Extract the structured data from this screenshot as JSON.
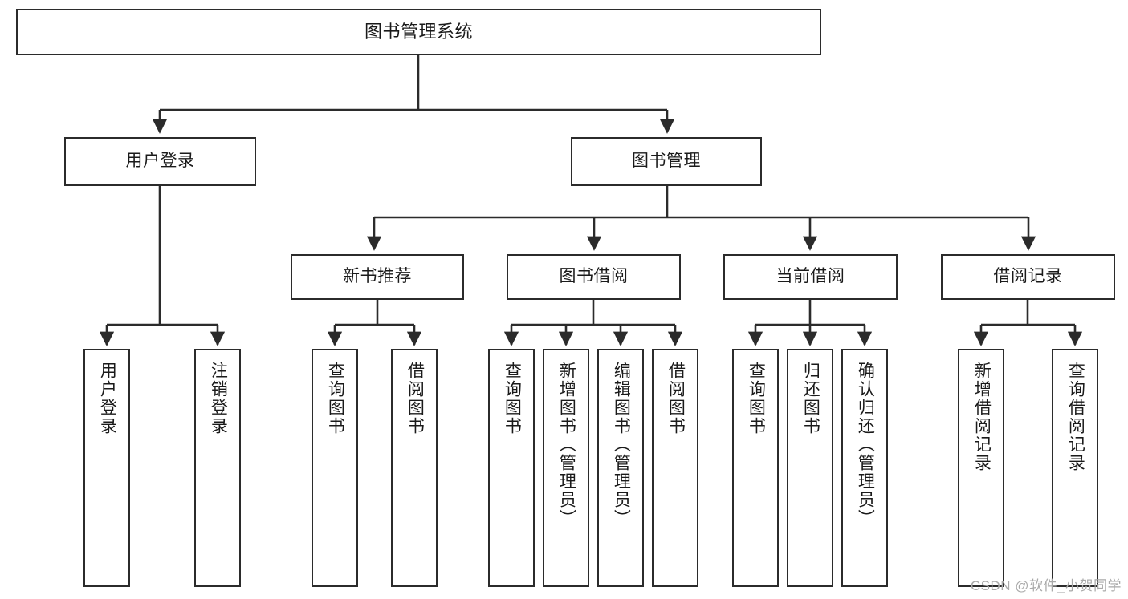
{
  "diagram": {
    "title": "图书管理系统",
    "type": "tree-hierarchy-diagram",
    "watermark": "CSDN @软件_小贺同学",
    "colors": {
      "background": "#ffffff",
      "box_border": "#2b2b2b",
      "box_fill": "#ffffff",
      "text": "#1a1a1a",
      "connector": "#2b2b2b",
      "watermark": "#a9a9a9"
    }
  },
  "nodes": {
    "root": {
      "label": "图书管理系统"
    },
    "level2": [
      {
        "label": "用户登录"
      },
      {
        "label": "图书管理"
      }
    ],
    "level3": [
      {
        "label": "新书推荐"
      },
      {
        "label": "图书借阅"
      },
      {
        "label": "当前借阅"
      },
      {
        "label": "借阅记录"
      }
    ],
    "leaves": {
      "user_login": [
        {
          "label": "用户登录"
        },
        {
          "label": "注销登录"
        }
      ],
      "new_book_recommend": [
        {
          "label": "查询图书"
        },
        {
          "label": "借阅图书"
        }
      ],
      "book_borrow": [
        {
          "label": "查询图书"
        },
        {
          "label": "新增图书（管理员）"
        },
        {
          "label": "编辑图书（管理员）"
        },
        {
          "label": "借阅图书"
        }
      ],
      "current_borrow": [
        {
          "label": "查询图书"
        },
        {
          "label": "归还图书"
        },
        {
          "label": "确认归还（管理员）"
        }
      ],
      "borrow_records": [
        {
          "label": "新增借阅记录"
        },
        {
          "label": "查询借阅记录"
        }
      ]
    }
  }
}
